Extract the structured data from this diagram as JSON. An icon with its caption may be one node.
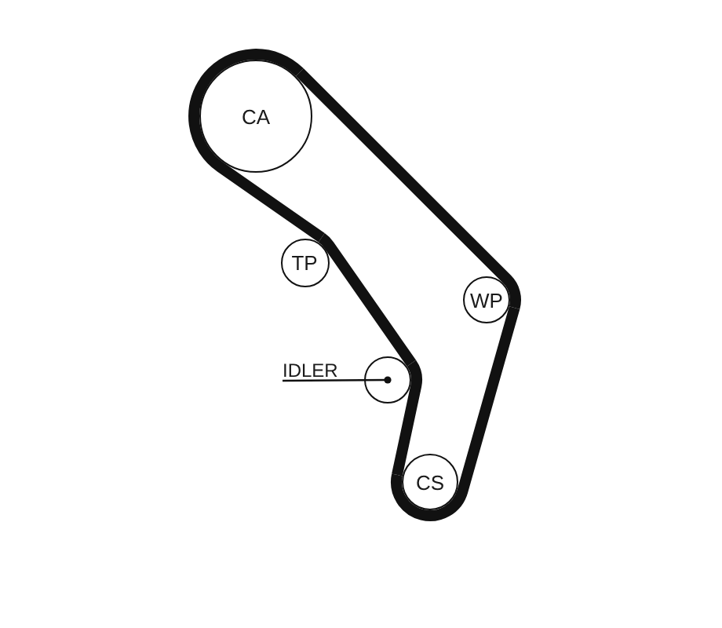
{
  "diagram": {
    "nodes": [
      {
        "text": [
          "CA"
        ]
      },
      {
        "text": [
          "TP"
        ]
      },
      {
        "text": [
          "WP"
        ]
      },
      {
        "text": [
          "IDLER"
        ]
      },
      {
        "text": [],
        "shape": "circle"
      },
      {
        "text": [
          "CS"
        ]
      }
    ],
    "edges": [
      {
        "from": 0,
        "to": 2,
        "arrow": "none"
      },
      {
        "from": 2,
        "to": 5,
        "arrow": "none"
      },
      {
        "from": 5,
        "to": 4,
        "arrow": "none"
      },
      {
        "from": 4,
        "to": 1,
        "arrow": "none"
      },
      {
        "from": 1,
        "to": 0,
        "arrow": "none"
      },
      {
        "from": 3,
        "to": 4,
        "arrow": "other"
      }
    ]
  }
}
